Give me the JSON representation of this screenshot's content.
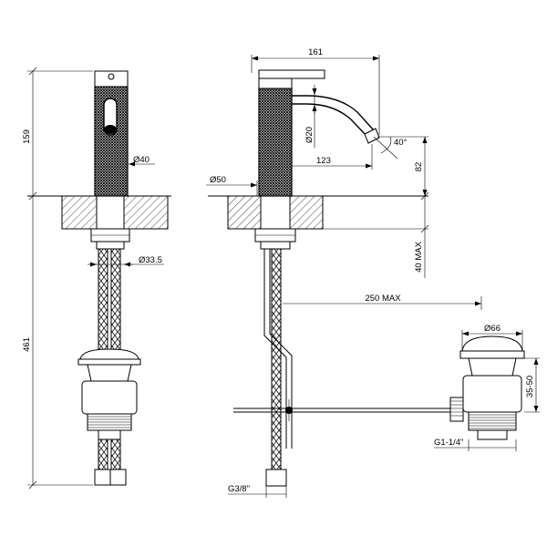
{
  "dimensions": {
    "front_height_top": "159",
    "front_height_bottom": "461",
    "body_diameter": "Ø40",
    "hose_diameter": "Ø33.5",
    "overall_length": "161",
    "spout_diameter": "Ø20",
    "spout_angle": "40°",
    "spout_reach": "123",
    "spout_height": "82",
    "base_diameter": "Ø50",
    "deck_thickness": "40 MAX",
    "rod_length": "250 MAX",
    "waste_diameter": "Ø66",
    "waste_height": "35-50",
    "waste_thread": "G1-1/4\"",
    "hose_thread": "G3/8\""
  }
}
